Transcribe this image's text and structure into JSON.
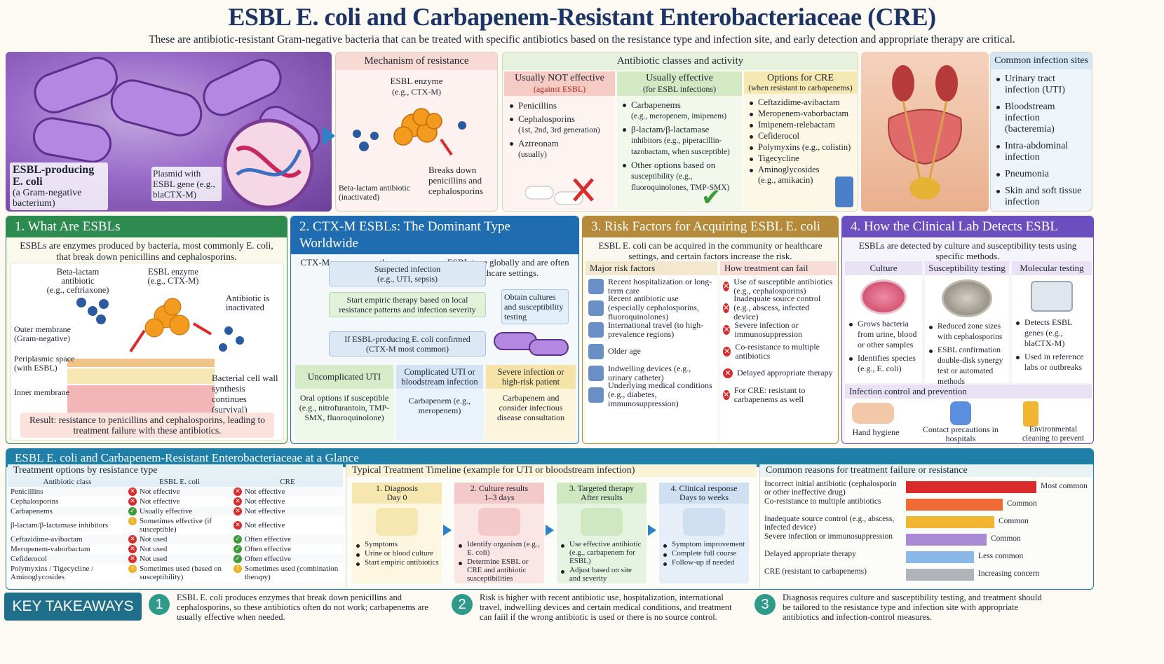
{
  "header": {
    "title": "ESBL E. coli and Carbapenem-Resistant Enterobacteriaceae (CRE)",
    "subtitle": "These are antibiotic-resistant Gram-negative bacteria that can be treated with specific antibiotics based on the resistance type and infection site, and early detection and appropriate therapy are critical."
  },
  "hero": {
    "ecoli_title": "ESBL-producing E. coli",
    "ecoli_sub": "(a Gram-negative bacterium)",
    "plasmid": "Plasmid with ESBL gene (e.g., blaCTX-M)"
  },
  "mechanism": {
    "title": "Mechanism of resistance",
    "enzyme": "ESBL enzyme",
    "enzyme_eg": "(e.g., CTX-M)",
    "beta": "Beta-lactam antibiotic (inactivated)",
    "breaks": "Breaks down penicillins and cephalosporins"
  },
  "classes": {
    "title": "Antibiotic classes and activity",
    "not_title": "Usually NOT effective",
    "not_sub": "(against ESBL)",
    "not_items": [
      "Penicillins",
      "Cephalosporins",
      "Aztreonam"
    ],
    "not_notes": [
      "",
      "(1st, 2nd, 3rd generation)",
      "(usually)"
    ],
    "eff_title": "Usually effective",
    "eff_sub": "(for ESBL infections)",
    "eff_items": [
      "Carbapenems",
      "β-lactam/β-lactamase",
      "Other options based on"
    ],
    "eff_notes": [
      "(e.g., meropenem, imipenem)",
      "inhibitors (e.g., piperacillin-tazobactam, when susceptible)",
      "susceptibility (e.g., fluoroquinolones, TMP-SMX)"
    ],
    "cre_title": "Options for CRE",
    "cre_sub": "(when resistant to carbapenems)",
    "cre_items": [
      "Ceftazidime-avibactam",
      "Meropenem-vaborbactam",
      "Imipenem-relebactam",
      "Cefiderocol",
      "Polymyxins (e.g., colistin)",
      "Tigecycline",
      "Aminoglycosides"
    ],
    "cre_note": "(e.g., amikacin)"
  },
  "sites": {
    "title": "Common infection sites",
    "items": [
      "Urinary tract infection (UTI)",
      "Bloodstream infection (bacteremia)",
      "Intra-abdominal infection",
      "Pneumonia",
      "Skin and soft tissue infection"
    ]
  },
  "s1": {
    "title": "1. What Are ESBLs",
    "intro": "ESBLs are enzymes produced by bacteria, most commonly E. coli, that break down penicillins and cephalosporins.",
    "beta": "Beta-lactam antibiotic",
    "beta_eg": "(e.g., ceftriaxone)",
    "enzyme": "ESBL enzyme",
    "enzyme_eg": "(e.g., CTX-M)",
    "inact": "Antibiotic is inactivated",
    "outer": "Outer membrane (Gram-negative)",
    "peri": "Periplasmic space (with ESBL)",
    "inner": "Inner membrane",
    "cellwall": "Bacterial cell wall synthesis continues (survival)",
    "result": "Result: resistance to penicillins and cephalosporins, leading to treatment failure with these antibiotics."
  },
  "s2": {
    "title": "2. CTX-M ESBLs: The Dominant Type Worldwide",
    "intro": "CTX-M enzymes are the most common ESBL type globally and are often found in E. coli from community and healthcare settings.",
    "susp": "Suspected infection",
    "susp_eg": "(e.g., UTI, sepsis)",
    "empiric": "Start empiric therapy based on local resistance patterns and infection severity",
    "cultures": "Obtain cultures and susceptibility testing",
    "confirmed": "If ESBL-producing E. coli confirmed",
    "confirmed_sub": "(CTX-M most common)",
    "uti": "Uncomplicated UTI",
    "uti_txt": "Oral options if susceptible (e.g., nitrofurantoin, TMP-SMX, fluoroquinolone)",
    "comp": "Complicated UTI or bloodstream infection",
    "comp_txt": "Carbapenem (e.g., meropenem)",
    "sev": "Severe infection or high-risk patient",
    "sev_txt": "Carbapenem and consider infectious disease consultation"
  },
  "s3": {
    "title": "3. Risk Factors for Acquiring ESBL E. coli",
    "intro": "ESBL E. coli can be acquired in the community or healthcare settings, and certain factors increase the risk.",
    "major": "Major risk factors",
    "how": "How treatment can fail",
    "risks": [
      "Recent hospitalization or long-term care",
      "Recent antibiotic use (especially cephalosporins, fluoroquinolones)",
      "International travel (to high-prevalence regions)",
      "Older age",
      "Indwelling devices (e.g., urinary catheter)",
      "Underlying medical conditions (e.g., diabetes, immunosuppression)"
    ],
    "fails": [
      "Use of susceptible antibiotics (e.g., cephalosporins)",
      "Inadequate source control (e.g., abscess, infected device)",
      "Severe infection or immunosuppression",
      "Co-resistance to multiple antibiotics",
      "Delayed appropriate therapy",
      "For CRE: resistant to carbapenems as well"
    ]
  },
  "s4": {
    "title": "4. How the Clinical Lab Detects ESBL",
    "intro": "ESBLs are detected by culture and susceptibility tests using specific methods.",
    "culture": "Culture",
    "culture_items": [
      "Grows bacteria from urine, blood or other samples",
      "Identifies species (e.g., E. coli)"
    ],
    "susc": "Susceptibility testing",
    "susc_items": [
      "Reduced zone sizes with cephalosporins",
      "ESBL confirmation double-disk synergy test or automated methods"
    ],
    "mol": "Molecular testing",
    "mol_items": [
      "Detects ESBL genes (e.g., blaCTX-M)",
      "Used in reference labs or outbreaks"
    ],
    "ic_title": "Infection control and prevention",
    "ic": [
      "Hand hygiene",
      "Contact precautions in hospitals",
      "Environmental cleaning to prevent spread"
    ]
  },
  "glance": {
    "title": "ESBL E. coli and Carbapenem-Resistant Enterobacteriaceae at a Glance",
    "tt_title": "Treatment options by resistance type",
    "cols": [
      "Antibiotic class",
      "ESBL E. coli",
      "CRE"
    ],
    "rows": [
      [
        "Penicillins",
        "Not effective",
        "x",
        "Not effective",
        "x"
      ],
      [
        "Cephalosporins",
        "Not effective",
        "x",
        "Not effective",
        "x"
      ],
      [
        "Carbapenems",
        "Usually effective",
        "c",
        "Not effective",
        "x"
      ],
      [
        "β-lactam/β-lactamase inhibitors",
        "Sometimes effective (if susceptible)",
        "w",
        "Not effective",
        "x"
      ],
      [
        "Ceftazidime-avibactam",
        "Not used",
        "x",
        "Often effective",
        "c"
      ],
      [
        "Meropenem-vaborbactam",
        "Not used",
        "x",
        "Often effective",
        "c"
      ],
      [
        "Cefiderocol",
        "Not used",
        "x",
        "Often effective",
        "c"
      ],
      [
        "Polymyxins / Tigecycline / Aminoglycosides",
        "Sometimes used (based on susceptibility)",
        "w",
        "Sometimes used (combination therapy)",
        "w"
      ]
    ],
    "tl_title": "Typical Treatment Timeline (example for UTI or bloodstream infection)",
    "steps": [
      {
        "h": "1. Diagnosis",
        "s": "Day 0",
        "items": [
          "Symptoms",
          "Urine or blood culture",
          "Start empiric antibiotics"
        ]
      },
      {
        "h": "2. Culture results",
        "s": "1–3 days",
        "items": [
          "Identify organism (e.g., E. coli)",
          "Determine ESBL or CRE and antibiotic susceptibilities"
        ]
      },
      {
        "h": "3. Targeted therapy",
        "s": "After results",
        "items": [
          "Use effective antibiotic (e.g., carbapenem for ESBL)",
          "Adjust based on site and severity"
        ]
      },
      {
        "h": "4. Clinical response",
        "s": "Days to weeks",
        "items": [
          "Symptom improvement",
          "Complete full course",
          "Follow-up if needed"
        ]
      }
    ],
    "fail_title": "Common reasons for treatment failure or resistance",
    "fails": [
      {
        "label": "Incorrect initial antibiotic (cephalosporin or other ineffective drug)",
        "rank": "Most common",
        "level": 1.0,
        "color": "#d92b2b"
      },
      {
        "label": "Co-resistance to multiple antibiotics",
        "rank": "Common",
        "level": 0.74,
        "color": "#ef6a35"
      },
      {
        "label": "Inadequate source control (e.g., abscess, infected device)",
        "rank": "Common",
        "level": 0.68,
        "color": "#f2b532"
      },
      {
        "label": "Severe infection or immunosuppression",
        "rank": "Common",
        "level": 0.62,
        "color": "#a98ad6"
      },
      {
        "label": "Delayed appropriate therapy",
        "rank": "Less common",
        "level": 0.52,
        "color": "#8ab8e8"
      },
      {
        "label": "CRE (resistant to carbapenems)",
        "rank": "Increasing concern",
        "level": 0.52,
        "color": "#b0b4b8"
      }
    ]
  },
  "takeaways": {
    "title": "KEY TAKEAWAYS",
    "items": [
      {
        "n": "1",
        "t": "ESBL E. coli produces enzymes that break down penicillins and cephalosporins, so these antibiotics often do not work; carbapenems are usually effective when needed."
      },
      {
        "n": "2",
        "t": "Risk is higher with recent antibiotic use, hospitalization, international travel, indwelling devices and certain medical conditions, and treatment can faiil if the wrong antibiotic is used or there is no source control."
      },
      {
        "n": "3",
        "t": "Diagnosis requires culture and susceptibility testing, and treatment should be tailored to the resistance type and infection site with appropriate antibiotics and infection-control measures."
      }
    ]
  }
}
